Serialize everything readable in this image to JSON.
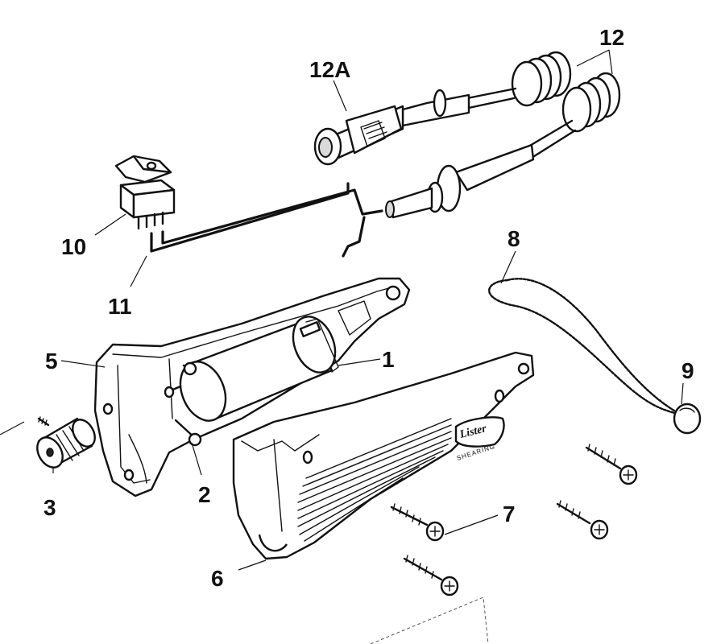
{
  "callouts": {
    "c1": "1",
    "c2": "2",
    "c3": "3",
    "c5": "5",
    "c6": "6",
    "c7": "7",
    "c8": "8",
    "c9": "9",
    "c10": "10",
    "c11": "11",
    "c12": "12",
    "c12a": "12A"
  },
  "brand_logo": {
    "name": "Lister",
    "tagline": "SHEARING"
  }
}
